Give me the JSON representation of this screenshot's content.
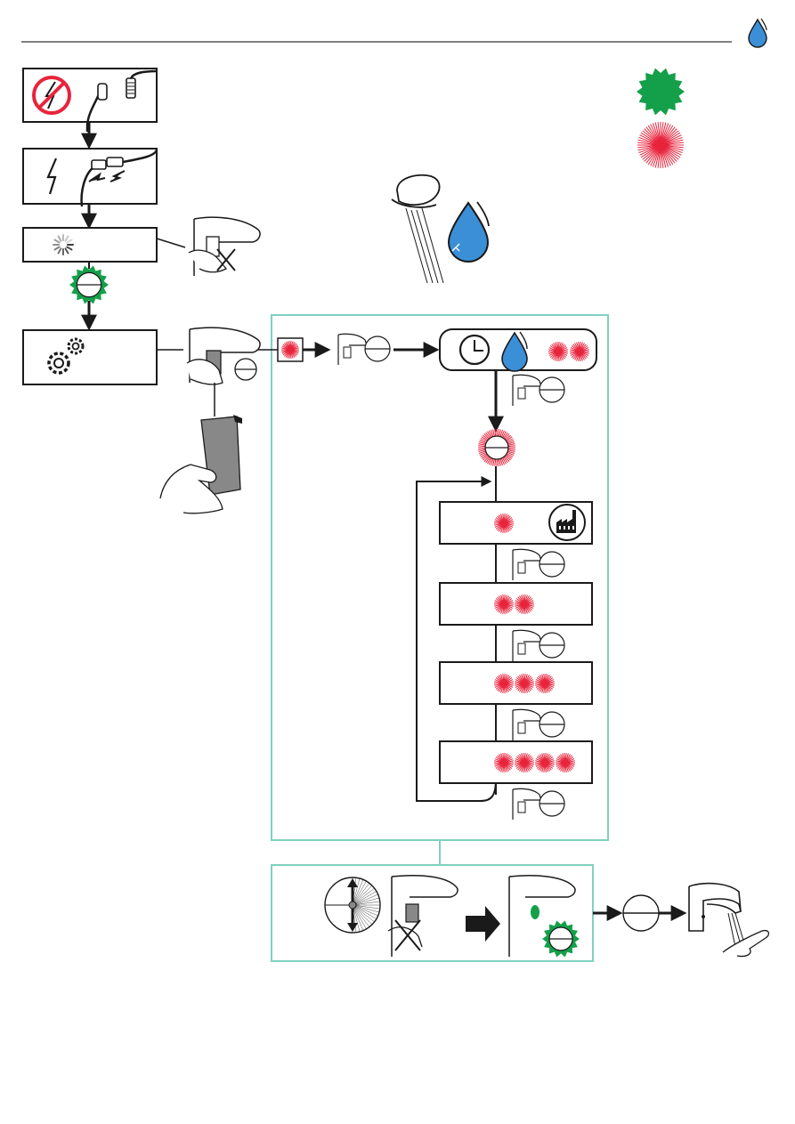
{
  "page": {
    "brand_icon": "water-drop-icon"
  },
  "legend": {
    "items": [
      {
        "icon": "green-steady-light-icon",
        "color": "#14a04a"
      },
      {
        "icon": "red-flashing-light-icon",
        "color": "#e8243c"
      }
    ]
  },
  "colors": {
    "frame": "#7fd1bf",
    "line": "#1a1a1a",
    "red_led": "#e8243c",
    "green_led": "#14a04a",
    "water_blue": "#3b8fd6",
    "no_power_red": "#e8243c"
  },
  "steps": {
    "disconnect_power": {
      "icons": [
        "no-power-icon",
        "cable-icon",
        "connector-icon"
      ]
    },
    "connect_power": {
      "icons": [
        "power-icon",
        "plug-together-icon"
      ]
    },
    "startup": {
      "icons": [
        "loading-spinner-icon",
        "hand-away-from-sensor-icon"
      ]
    },
    "ready_green": {
      "icon": "green-led-icon"
    },
    "settings": {
      "icons": [
        "gears-icon",
        "cover-sensor-icon",
        "hand-with-cloth-icon"
      ]
    }
  },
  "settings_panel": {
    "entry": {
      "icons": [
        "red-led-square-icon",
        "sensor-icon"
      ]
    },
    "timer_card": {
      "icons": [
        "clock-icon",
        "water-drop-icon"
      ],
      "led_count": 2
    },
    "red_ring": {
      "icon": "red-led-ring-icon"
    },
    "modes": [
      {
        "led_count": 1,
        "icon": "factory-icon"
      },
      {
        "led_count": 2
      },
      {
        "led_count": 3
      },
      {
        "led_count": 4
      }
    ]
  },
  "finish_panel": {
    "icons": [
      "sensor-range-dial-icon",
      "no-hand-icon",
      "big-arrow-icon",
      "green-led-icon"
    ],
    "result_icons": [
      "sensor-icon",
      "faucet-with-water-icon"
    ]
  }
}
